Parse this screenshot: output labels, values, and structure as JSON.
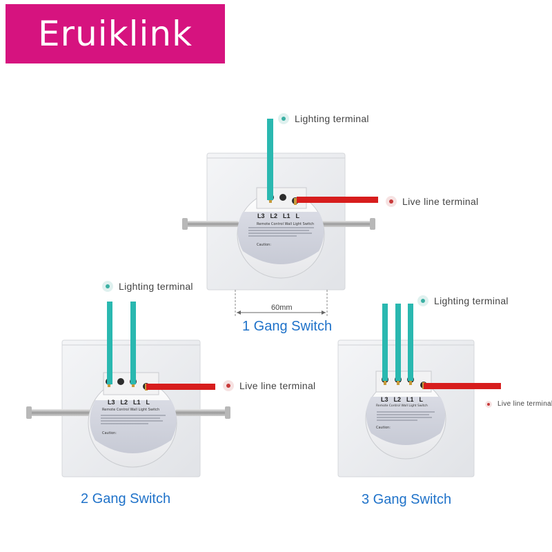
{
  "brand": {
    "name": "Eruiklink",
    "background": "#d6137f"
  },
  "colors": {
    "live_wire": "#d71d1d",
    "load_wire": "#2ab8b0",
    "caption": "#1f72c9"
  },
  "switches": [
    {
      "caption": "1 Gang Switch",
      "dimension": "60mm",
      "terminals": [
        "L3",
        "L2",
        "L1",
        "L"
      ],
      "lighting_label": "Lighting terminal",
      "live_label": "Live line terminal",
      "label_text": "Remote Control Wall Light Switch",
      "caution_text": "Caution:"
    },
    {
      "caption": "2 Gang Switch",
      "terminals": [
        "L3",
        "L2",
        "L1",
        "L"
      ],
      "lighting_label": "Lighting terminal",
      "live_label": "Live line terminal",
      "label_text": "Remote Control Wall Light Switch",
      "caution_text": "Caution:"
    },
    {
      "caption": "3 Gang Switch",
      "terminals": [
        "L3",
        "L2",
        "L1",
        "L"
      ],
      "lighting_label": "Lighting terminal",
      "live_label": "Live line terminal",
      "label_text": "Remote Control Wall Light Switch",
      "caution_text": "Caution:"
    }
  ]
}
